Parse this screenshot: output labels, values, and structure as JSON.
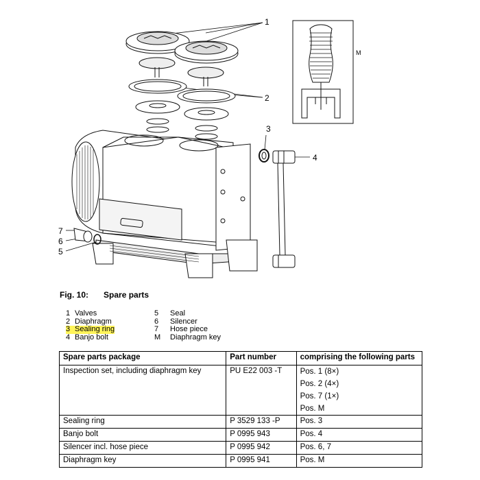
{
  "callouts": {
    "c1": "1",
    "c2": "2",
    "c3": "3",
    "c4": "4",
    "c5": "5",
    "c6": "6",
    "c7": "7",
    "cM": "M"
  },
  "figure": {
    "label": "Fig. 10:",
    "title": "Spare parts"
  },
  "legend": {
    "left": [
      {
        "num": "1",
        "label": "Valves"
      },
      {
        "num": "2",
        "label": "Diaphragm"
      },
      {
        "num": "3",
        "label": "Sealing ring",
        "highlight": true
      },
      {
        "num": "4",
        "label": "Banjo bolt"
      }
    ],
    "right": [
      {
        "num": "5",
        "label": "Seal"
      },
      {
        "num": "6",
        "label": "Silencer"
      },
      {
        "num": "7",
        "label": "Hose piece"
      },
      {
        "num": "M",
        "label": "Diaphragm key"
      }
    ]
  },
  "table": {
    "headers": [
      "Spare parts package",
      "Part number",
      "comprising the following parts"
    ],
    "rows": [
      {
        "package": "Inspection set, including diaphragm key",
        "part_number": "PU E22 003 -T",
        "parts": [
          "Pos. 1 (8×)",
          "Pos. 2 (4×)",
          "Pos. 7 (1×)",
          "Pos. M"
        ]
      },
      {
        "package": "Sealing ring",
        "part_number": "P 3529 133 -P",
        "parts": [
          "Pos. 3"
        ]
      },
      {
        "package": "Banjo bolt",
        "part_number": "P 0995 943",
        "parts": [
          "Pos. 4"
        ]
      },
      {
        "package": "Silencer incl. hose piece",
        "part_number": "P 0995 942",
        "parts": [
          "Pos. 6, 7"
        ]
      },
      {
        "package": "Diaphragm key",
        "part_number": "P 0995 941",
        "parts": [
          "Pos. M"
        ]
      }
    ]
  }
}
